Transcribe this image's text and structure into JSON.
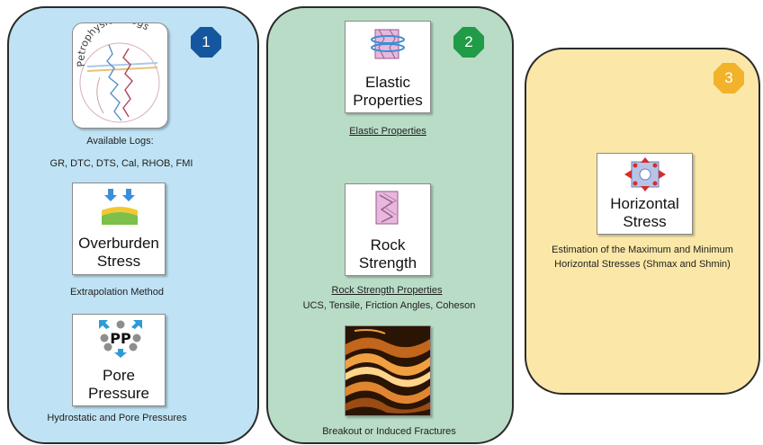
{
  "colors": {
    "panel_1": "#bfe3f4",
    "panel_2": "#b9dcc6",
    "panel_3": "#fbe8a8",
    "badge_1": "#15579e",
    "badge_2": "#1f9c45",
    "badge_3": "#f2b22a"
  },
  "stage_1": {
    "badge": "1",
    "log_card": {
      "icon": "petrophysical-log-icon",
      "title": "Petrophysical Logs",
      "caption_1": "Available Logs:",
      "caption_2": "GR, DTC, DTS, Cal, RHOB, FMI"
    },
    "overburden_card": {
      "icon": "overburden-layers-icon",
      "title_line_1": "Overburden",
      "title_line_2": "Stress",
      "caption": "Extrapolation Method"
    },
    "pore_card": {
      "icon": "pore-pressure-icon",
      "icon_text": "PP",
      "title_line_1": "Pore",
      "title_line_2": "Pressure",
      "caption": "Hydrostatic and Pore Pressures"
    }
  },
  "stage_2": {
    "badge": "2",
    "elastic_card": {
      "icon": "elastic-rock-icon",
      "title_line_1": "Elastic",
      "title_line_2": "Properties",
      "caption": "Elastic Properties"
    },
    "strength_card": {
      "icon": "rock-fracture-icon",
      "title_line_1": "Rock",
      "title_line_2": "Strength",
      "caption_1": "Rock Strength Properties",
      "caption_2": "UCS, Tensile, Friction Angles, Coheson"
    },
    "breakout_card": {
      "icon": "breakout-image-icon",
      "caption": "Breakout or Induced Fractures"
    }
  },
  "stage_3": {
    "badge": "3",
    "horizontal_card": {
      "icon": "horizontal-stress-icon",
      "title_line_1": "Horizontal",
      "title_line_2": "Stress",
      "caption_1": "Estimation of the Maximum and Minimum",
      "caption_2": "Horizontal Stresses (Shmax and Shmin)"
    }
  }
}
